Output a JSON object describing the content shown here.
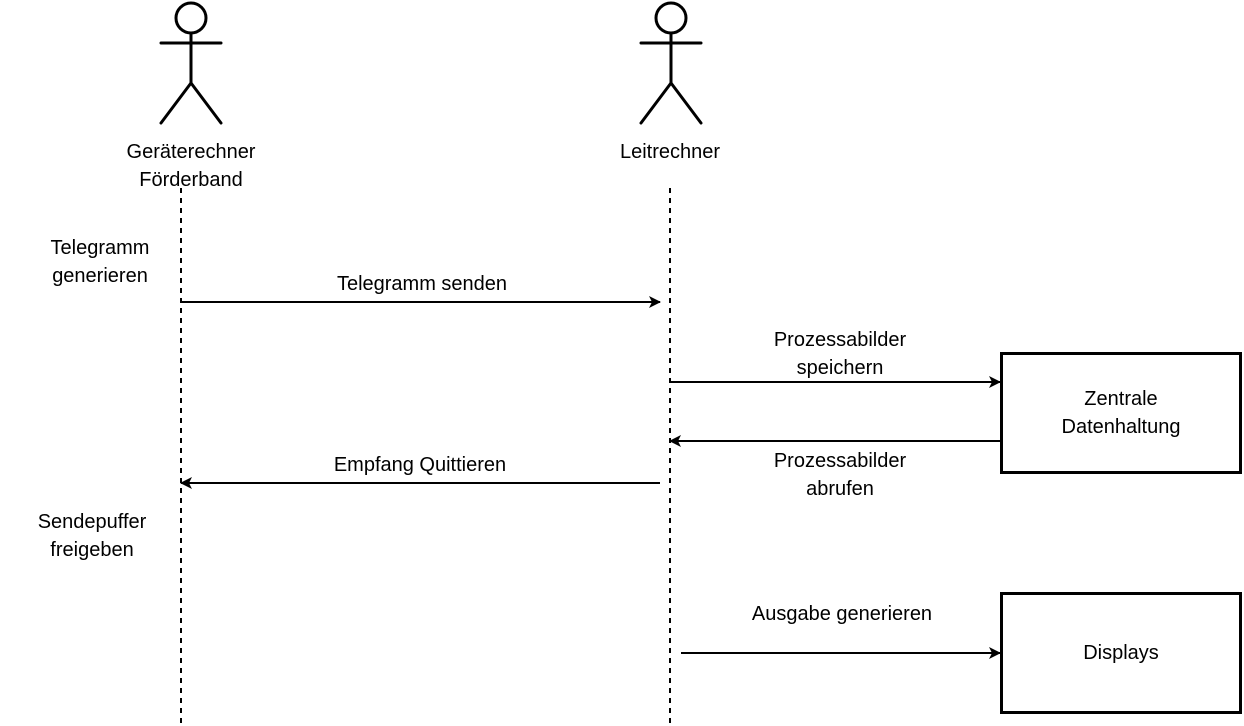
{
  "actors": [
    {
      "id": "geraeterechner",
      "label_lines": [
        "Geräterechner",
        "Förderband"
      ]
    },
    {
      "id": "leitrechner",
      "label_lines": [
        "Leitrechner"
      ]
    }
  ],
  "boxes": [
    {
      "id": "zentrale",
      "label_lines": [
        "Zentrale",
        "Datenhaltung"
      ]
    },
    {
      "id": "displays",
      "label_lines": [
        "Displays"
      ]
    }
  ],
  "notes": {
    "telegramm_generieren": [
      "Telegramm",
      "generieren"
    ],
    "sendepuffer_freigeben": [
      "Sendepuffer",
      "freigeben"
    ]
  },
  "messages": {
    "telegramm_senden": [
      "Telegramm senden"
    ],
    "prozessabilder_speichern": [
      "Prozessabilder",
      "speichern"
    ],
    "prozessabilder_abrufen": [
      "Prozessabilder",
      "abrufen"
    ],
    "empfang_quittieren": [
      "Empfang Quittieren"
    ],
    "ausgabe_generieren": [
      "Ausgabe generieren"
    ]
  },
  "colors": {
    "stroke": "#000000",
    "background": "#ffffff"
  }
}
